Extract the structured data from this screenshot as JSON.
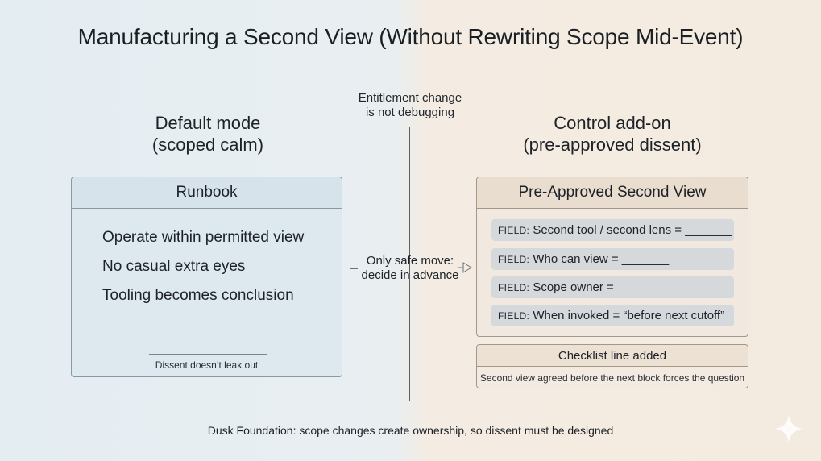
{
  "title": "Manufacturing a Second View (Without Rewriting Scope Mid-Event)",
  "top_note": {
    "line1": "Entitlement change",
    "line2": "is not debugging"
  },
  "left": {
    "heading_line1": "Default mode",
    "heading_line2": "(scoped calm)",
    "box_title": "Runbook",
    "items": [
      "Operate within permitted view",
      "No casual extra eyes",
      "Tooling becomes conclusion"
    ],
    "footer": "Dissent doesn’t leak out"
  },
  "middle": {
    "line1": "Only safe move:",
    "line2": "decide in advance"
  },
  "right": {
    "heading_line1": "Control add-on",
    "heading_line2": "(pre-approved dissent)",
    "box_title": "Pre-Approved Second View",
    "fields": [
      {
        "key": "FIELD:",
        "text": " Second tool / second lens = _______"
      },
      {
        "key": "FIELD:",
        "text": " Who can view = _______"
      },
      {
        "key": "FIELD:",
        "text": " Scope owner = _______"
      },
      {
        "key": "FIELD:",
        "text": " When invoked = “before next cutoff”"
      }
    ],
    "checklist_title": "Checklist line added",
    "checklist_text": "Second view agreed before the next block forces the question"
  },
  "footer": "Dusk Foundation: scope changes create ownership, so dissent must be designed",
  "colors": {
    "left_panel": "#dde8ef",
    "right_panel": "#f1e9df",
    "field_fill": "#d6d9dc"
  },
  "icons": {
    "middle_arrow": "arrow-right-icon",
    "corner_mark": "sparkle-icon"
  }
}
